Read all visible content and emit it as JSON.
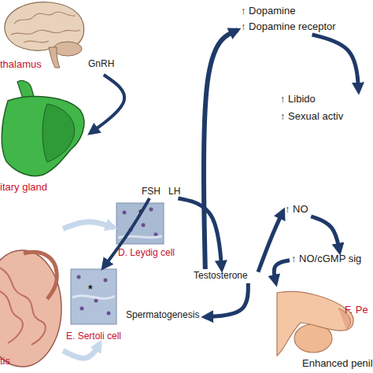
{
  "diagram": {
    "nodes": [
      {
        "text": [
          "thalamus",
          "GnRH"
        ]
      },
      {
        "text": [
          "itary gland"
        ]
      },
      {
        "text": [
          "FSH"
        ]
      },
      {
        "text": [
          "LH"
        ]
      },
      {
        "text": [
          "D. Leydig cell"
        ]
      },
      {
        "text": [
          "E. Sertoli cell"
        ]
      },
      {
        "text": [
          "tis"
        ]
      },
      {
        "text": [
          "Testosterone"
        ]
      },
      {
        "text": [
          "Spermatogenesis"
        ]
      },
      {
        "text": [
          "↑ Dopamine",
          "↑ Dopamine receptor"
        ]
      },
      {
        "text": [
          "↑ Libido",
          "↑ Sexual activ"
        ]
      },
      {
        "text": [
          "↑ NO"
        ]
      },
      {
        "text": [
          "↑ NO/cGMP sig"
        ]
      },
      {
        "text": [
          "F. Pe",
          "Enhanced penil"
        ]
      }
    ],
    "edges": [
      {
        "from": 0,
        "to": 1,
        "arrow": "to"
      },
      {
        "from": 2,
        "to": 5,
        "arrow": "to"
      },
      {
        "from": 3,
        "to": 7,
        "arrow": "to"
      },
      {
        "from": 6,
        "to": 4,
        "arrow": "to"
      },
      {
        "from": 6,
        "to": 5,
        "arrow": "to"
      },
      {
        "from": 7,
        "to": 9,
        "arrow": "to"
      },
      {
        "from": 7,
        "to": 11,
        "arrow": "to"
      },
      {
        "from": 7,
        "to": 8,
        "arrow": "to"
      },
      {
        "from": 9,
        "to": 10,
        "arrow": "to"
      },
      {
        "from": 11,
        "to": 12,
        "arrow": "to"
      },
      {
        "from": 12,
        "to": 13,
        "arrow": "to"
      }
    ],
    "labels": [
      "*",
      "*"
    ]
  }
}
